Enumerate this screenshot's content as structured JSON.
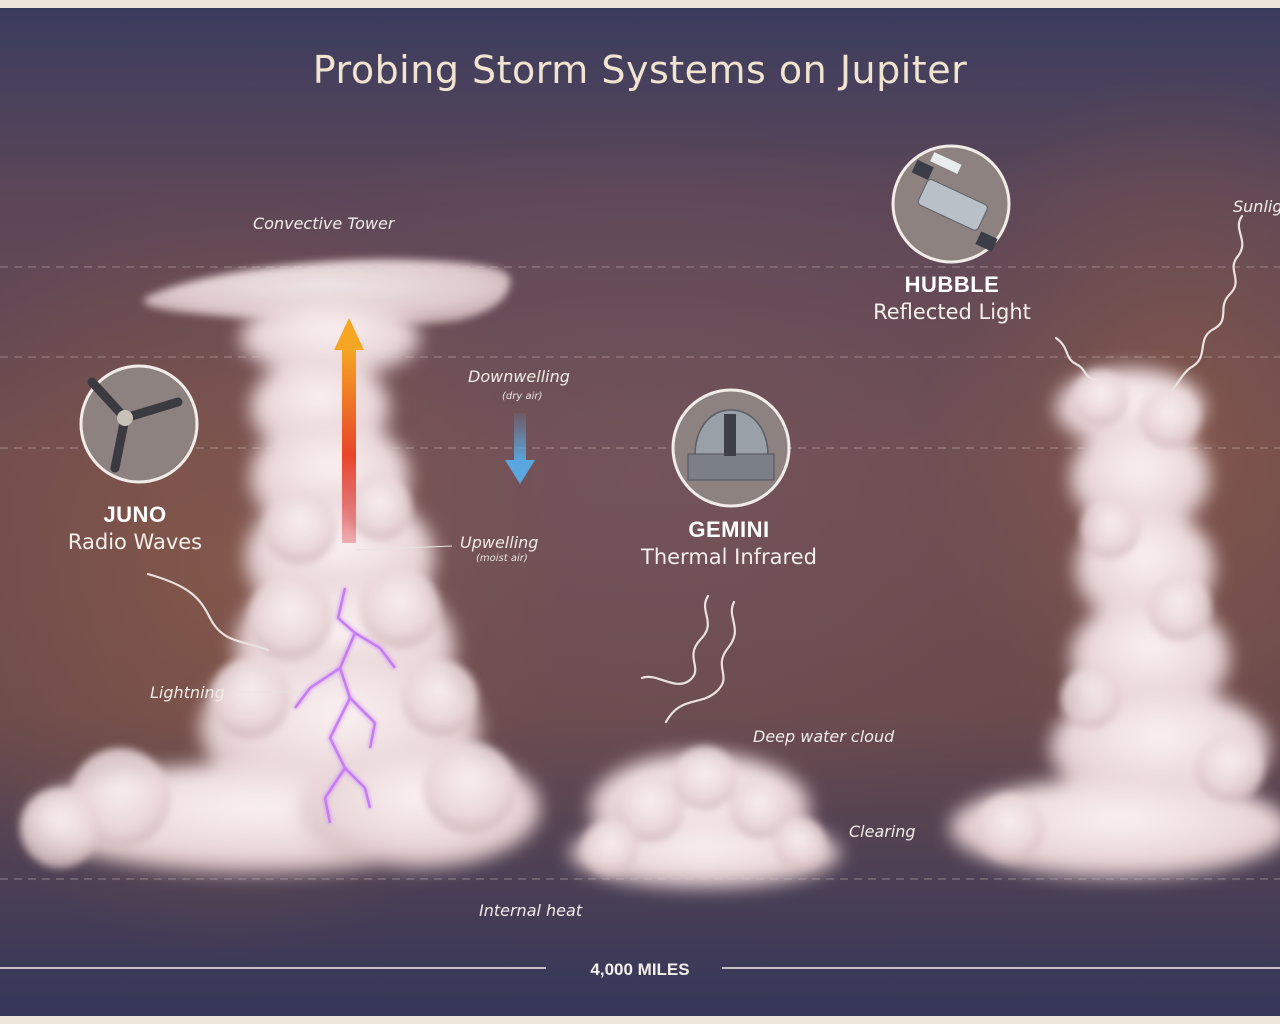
{
  "title": "Probing Storm Systems on Jupiter",
  "labels": {
    "convective_tower": "Convective Tower",
    "downwelling": "Downwelling",
    "downwelling_sub": "(dry air)",
    "upwelling": "Upwelling",
    "upwelling_sub": "(moist air)",
    "lightning": "Lightning",
    "deep_water_cloud": "Deep water cloud",
    "clearing": "Clearing",
    "internal_heat": "Internal heat",
    "sunlight": "Sunlig"
  },
  "missions": {
    "juno": {
      "name": "JUNO",
      "mode": "Radio Waves",
      "icon": "juno-spacecraft-icon"
    },
    "gemini": {
      "name": "GEMINI",
      "mode": "Thermal Infrared",
      "icon": "gemini-observatory-icon"
    },
    "hubble": {
      "name": "HUBBLE",
      "mode": "Reflected Light",
      "icon": "hubble-telescope-icon"
    }
  },
  "scale_label": "4,000 MILES",
  "colors": {
    "title": "#f0e3cf",
    "upwelling_arrow_top": "#f5a623",
    "upwelling_arrow_bottom": "#d81f2a",
    "downwelling_arrow": "#5aa7e0",
    "lightning": "#c67cf5",
    "background_edge": "#34365a"
  }
}
